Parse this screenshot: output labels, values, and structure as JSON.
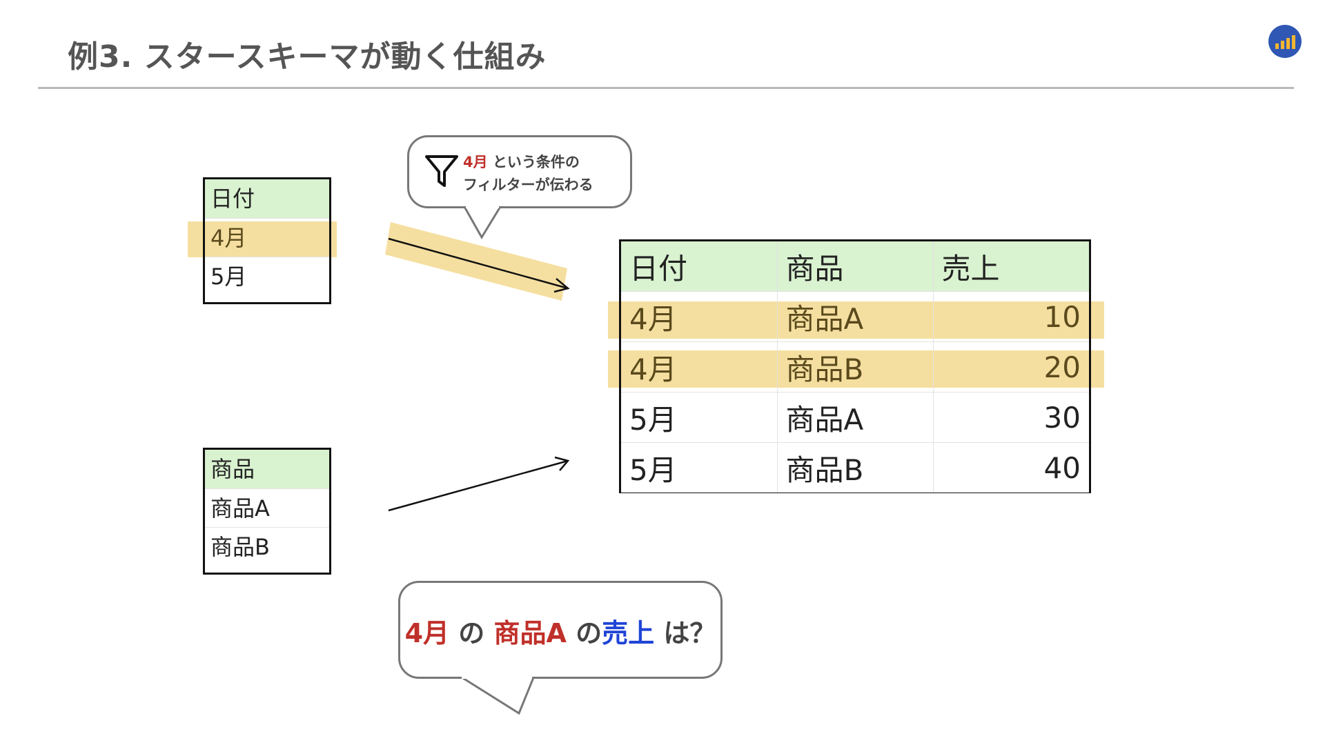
{
  "title": "例3. スタースキーマが動く仕組み",
  "colors": {
    "header_bg": "#d9f2d0",
    "highlight": "#f5dfa0",
    "red": "#c0302a",
    "blue": "#1f44d6"
  },
  "date_table": {
    "header": "日付",
    "rows": [
      "4月",
      "5月"
    ]
  },
  "product_table": {
    "header": "商品",
    "rows": [
      "商品A",
      "商品B"
    ]
  },
  "filter_bubble": {
    "icon": "filter-icon",
    "line1_highlight": "4月",
    "line1_rest": " という条件の",
    "line2": "フィルターが伝わる"
  },
  "fact_table": {
    "headers": [
      "日付",
      "商品",
      "売上"
    ],
    "rows": [
      [
        "4月",
        "商品A",
        "10"
      ],
      [
        "4月",
        "商品B",
        "20"
      ],
      [
        "5月",
        "商品A",
        "30"
      ],
      [
        "5月",
        "商品B",
        "40"
      ]
    ]
  },
  "question": {
    "part1": "4月",
    "sep1": " の ",
    "part2": "商品A",
    "sep2": " の",
    "part3": "売上",
    "part4": " は？"
  }
}
